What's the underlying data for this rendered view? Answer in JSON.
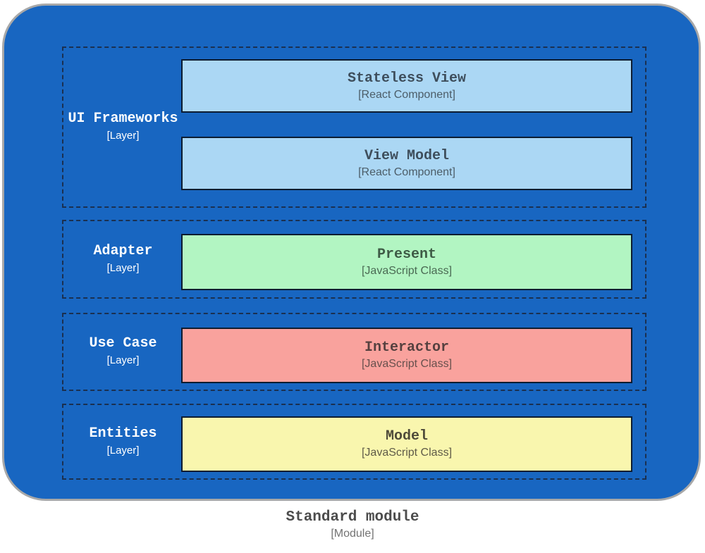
{
  "caption": {
    "title": "Standard module",
    "subtitle": "[Module]"
  },
  "colors": {
    "container_fill": "#1866c1",
    "container_border": "#a8a8a8",
    "dashed_border": "#1b3050",
    "box_border": "#0d1c30",
    "layer_label_text": "#ffffff"
  },
  "layers": [
    {
      "name": "UI Frameworks",
      "tag": "[Layer]",
      "boxes": [
        {
          "title": "Stateless View",
          "subtitle": "[React Component]",
          "fill": "#abd7f4",
          "title_color": "#3e4e5c",
          "subtitle_color": "#4c5d68"
        },
        {
          "title": "View Model",
          "subtitle": "[React Component]",
          "fill": "#abd7f4",
          "title_color": "#3e4e5c",
          "subtitle_color": "#4c5d68"
        }
      ]
    },
    {
      "name": "Adapter",
      "tag": "[Layer]",
      "boxes": [
        {
          "title": "Present",
          "subtitle": "[JavaScript Class]",
          "fill": "#b2f5c2",
          "title_color": "#3e5b46",
          "subtitle_color": "#4a6a53"
        }
      ]
    },
    {
      "name": "Use Case",
      "tag": "[Layer]",
      "boxes": [
        {
          "title": "Interactor",
          "subtitle": "[JavaScript Class]",
          "fill": "#f9a29d",
          "title_color": "#55403f",
          "subtitle_color": "#67504d"
        }
      ]
    },
    {
      "name": "Entities",
      "tag": "[Layer]",
      "boxes": [
        {
          "title": "Model",
          "subtitle": "[JavaScript Class]",
          "fill": "#f9f6ae",
          "title_color": "#4f4b3a",
          "subtitle_color": "#5f5b48"
        }
      ]
    }
  ]
}
